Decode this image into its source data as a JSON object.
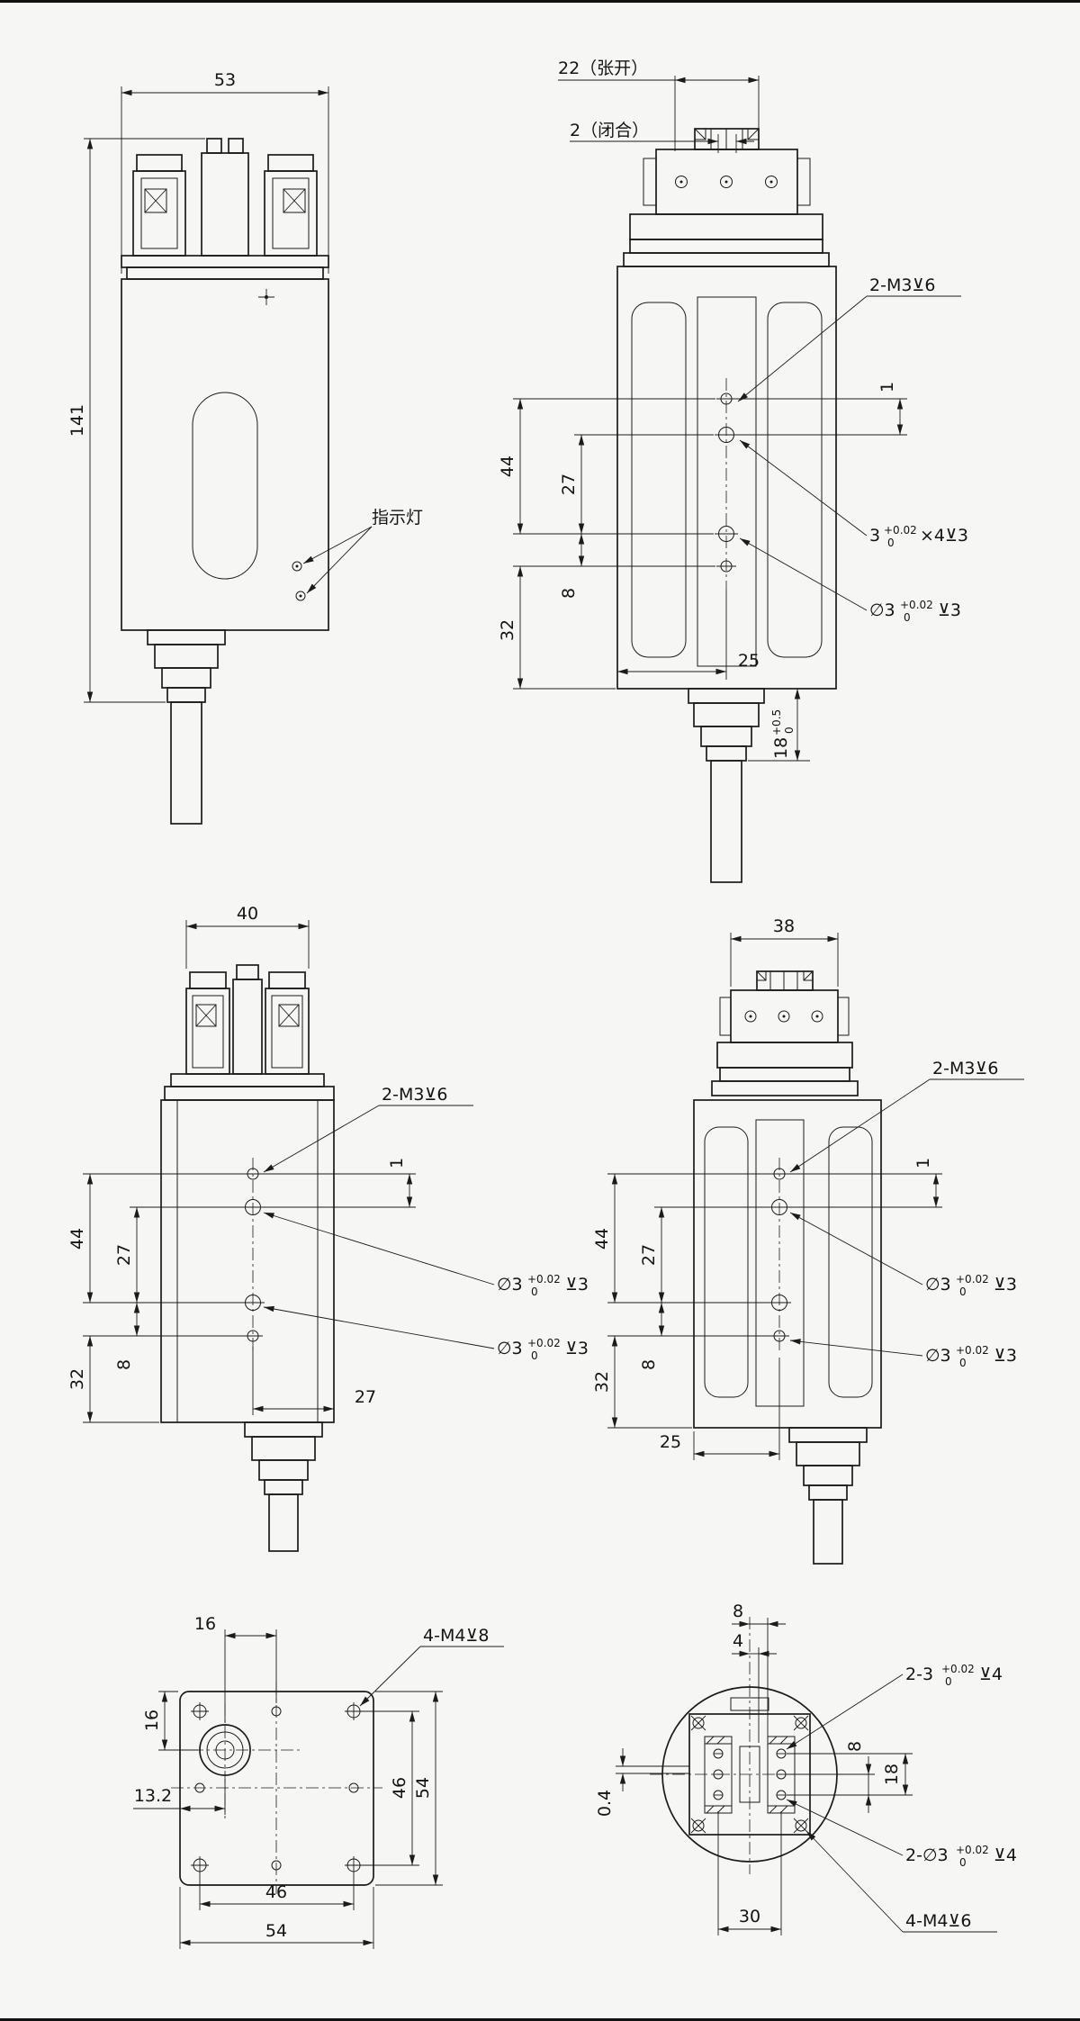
{
  "colors": {
    "bg": "#f6f6f4",
    "line": "#1b1b1b"
  },
  "notes": {
    "m3_depth6": "2-M3⊻6",
    "m4_depth8": "4-M4⊻8",
    "m4_depth6": "4-M4⊻6",
    "dia3": {
      "base": "∅3",
      "up": "+0.02",
      "lo": "0",
      "suf": "⊻3"
    },
    "slot3x4": {
      "base": "3",
      "up": "+0.02",
      "lo": "0",
      "suf": "×4⊻3"
    },
    "slot2_3": {
      "base": "2-3",
      "up": "+0.02",
      "lo": "0",
      "suf": "⊻4"
    },
    "dia3_2": {
      "base": "2-∅3",
      "up": "+0.02",
      "lo": "0",
      "suf": "⊻4"
    },
    "d18tol": {
      "base": "18",
      "up": "+0.5",
      "lo": "0"
    }
  },
  "front": {
    "w": "53",
    "h": "141",
    "indicator": "指示灯"
  },
  "side": {
    "open": "22（张开）",
    "close": "2（闭合）",
    "d1": "1",
    "d44": "44",
    "d27": "27",
    "d8": "8",
    "d32": "32",
    "d25": "25"
  },
  "left": {
    "w": "40",
    "d1": "1",
    "d44": "44",
    "d27": "27",
    "d8": "8",
    "d32": "32",
    "d27b": "27"
  },
  "right": {
    "w": "38",
    "d1": "1",
    "d44": "44",
    "d27": "27",
    "d8": "8",
    "d32": "32",
    "d25": "25"
  },
  "top": {
    "d16a": "16",
    "d16b": "16",
    "d13_2": "13.2",
    "d46r": "46",
    "d54r": "54",
    "d46b": "46",
    "d54b": "54"
  },
  "bottom": {
    "d8t": "8",
    "d4": "4",
    "d8r": "8",
    "d18": "18",
    "d0_4": "0.4",
    "d30": "30"
  }
}
